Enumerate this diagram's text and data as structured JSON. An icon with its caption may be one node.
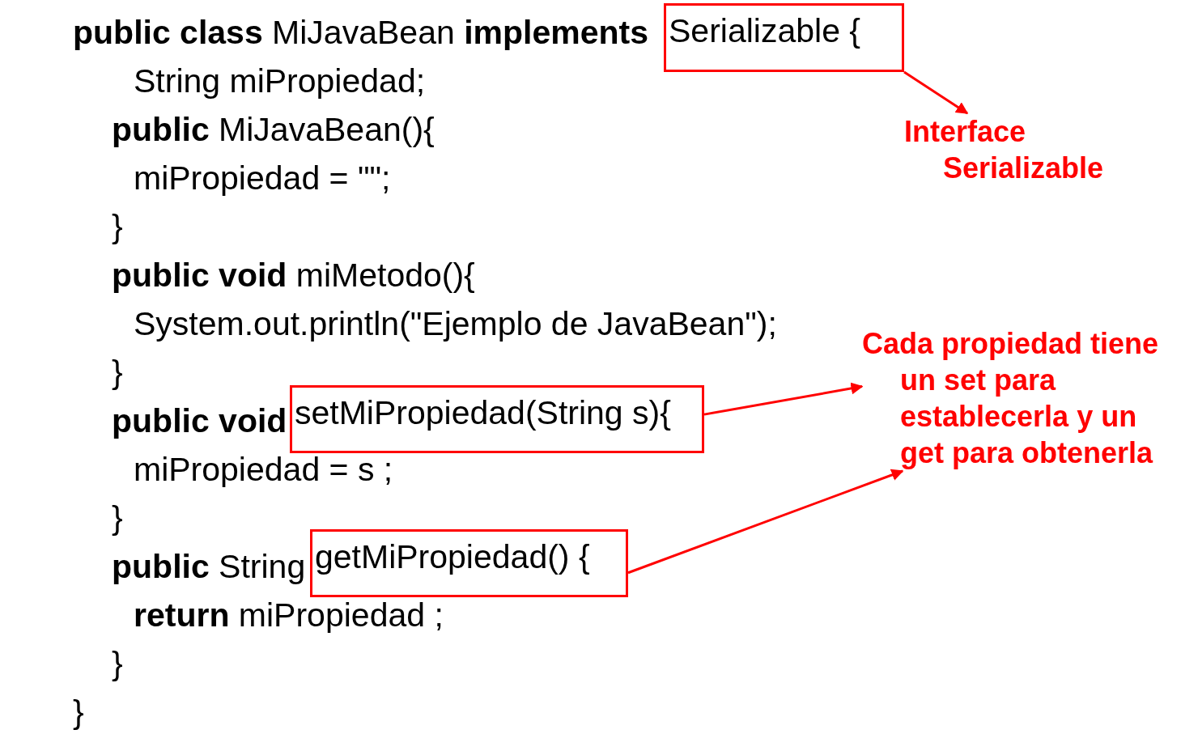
{
  "diagram": {
    "nodes": [
      {
        "text": [
          "Serializable {"
        ]
      },
      {
        "text": [
          "Interface Serializable"
        ]
      },
      {
        "text": [
          "setMiPropiedad(String s){"
        ]
      },
      {
        "text": [
          "Cada propiedad tiene un set para establecerla y un get para obtenerla"
        ]
      },
      {
        "text": [
          "getMiPropiedad() {"
        ]
      }
    ],
    "edges": [
      {
        "from": 0,
        "to": 1,
        "arrow": "to"
      },
      {
        "from": 2,
        "to": 3,
        "arrow": "to"
      },
      {
        "from": 4,
        "to": 3,
        "arrow": "to"
      }
    ],
    "labels": [
      "**public class** MiJavaBean **implements**",
      "String miPropiedad;",
      "**public** MiJavaBean(){",
      "miPropiedad = \"\";",
      "}",
      "**public void** miMetodo(){",
      "System.out.println(\"Ejemplo de JavaBean\");",
      "}",
      "**public void**",
      "miPropiedad = s ;",
      "}",
      "**public** String",
      "**return** miPropiedad ;",
      "}",
      "}"
    ]
  }
}
